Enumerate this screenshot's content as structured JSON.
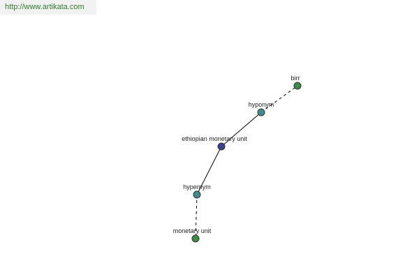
{
  "header": {
    "url": "http://www.artikata.com",
    "url_color": "#2f7a2f"
  },
  "graph": {
    "nodes": [
      {
        "id": "center",
        "label": "ethiopian monetary unit",
        "color": "#3a3f8f"
      },
      {
        "id": "hyponym",
        "label": "hyponym",
        "color": "#3f8c8c"
      },
      {
        "id": "hypernym",
        "label": "hypernym",
        "color": "#3f8c8c"
      },
      {
        "id": "birr",
        "label": "birr",
        "color": "#3f8c4a"
      },
      {
        "id": "monetary",
        "label": "monetary unit",
        "color": "#3f8c4a"
      }
    ],
    "edges": [
      {
        "from": "center",
        "to": "hyponym",
        "style": "solid"
      },
      {
        "from": "center",
        "to": "hypernym",
        "style": "solid"
      },
      {
        "from": "hyponym",
        "to": "birr",
        "style": "dashed"
      },
      {
        "from": "hypernym",
        "to": "monetary",
        "style": "dashed"
      }
    ]
  }
}
